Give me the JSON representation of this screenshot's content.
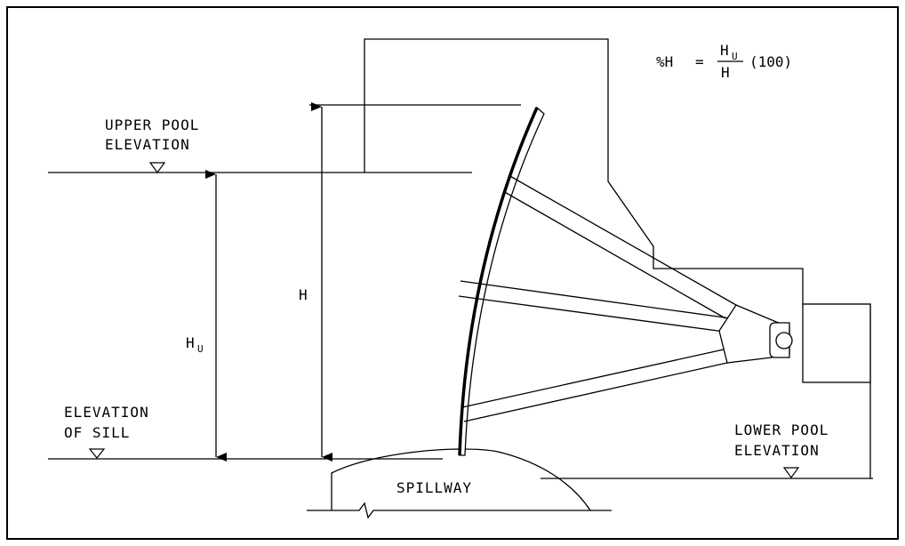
{
  "labels": {
    "upper_pool_line1": "UPPER POOL",
    "upper_pool_line2": "ELEVATION",
    "sill_line1": "ELEVATION",
    "sill_line2": "OF SILL",
    "lower_pool_line1": "LOWER POOL",
    "lower_pool_line2": "ELEVATION",
    "spillway": "SPILLWAY",
    "h_symbol": "H",
    "hu_symbol": "H",
    "hu_subscript": "U"
  },
  "formula": {
    "lhs": "%H",
    "equals": "=",
    "numerator": "H",
    "numerator_subscript": "U",
    "denominator": "H",
    "factor": "(100)"
  }
}
